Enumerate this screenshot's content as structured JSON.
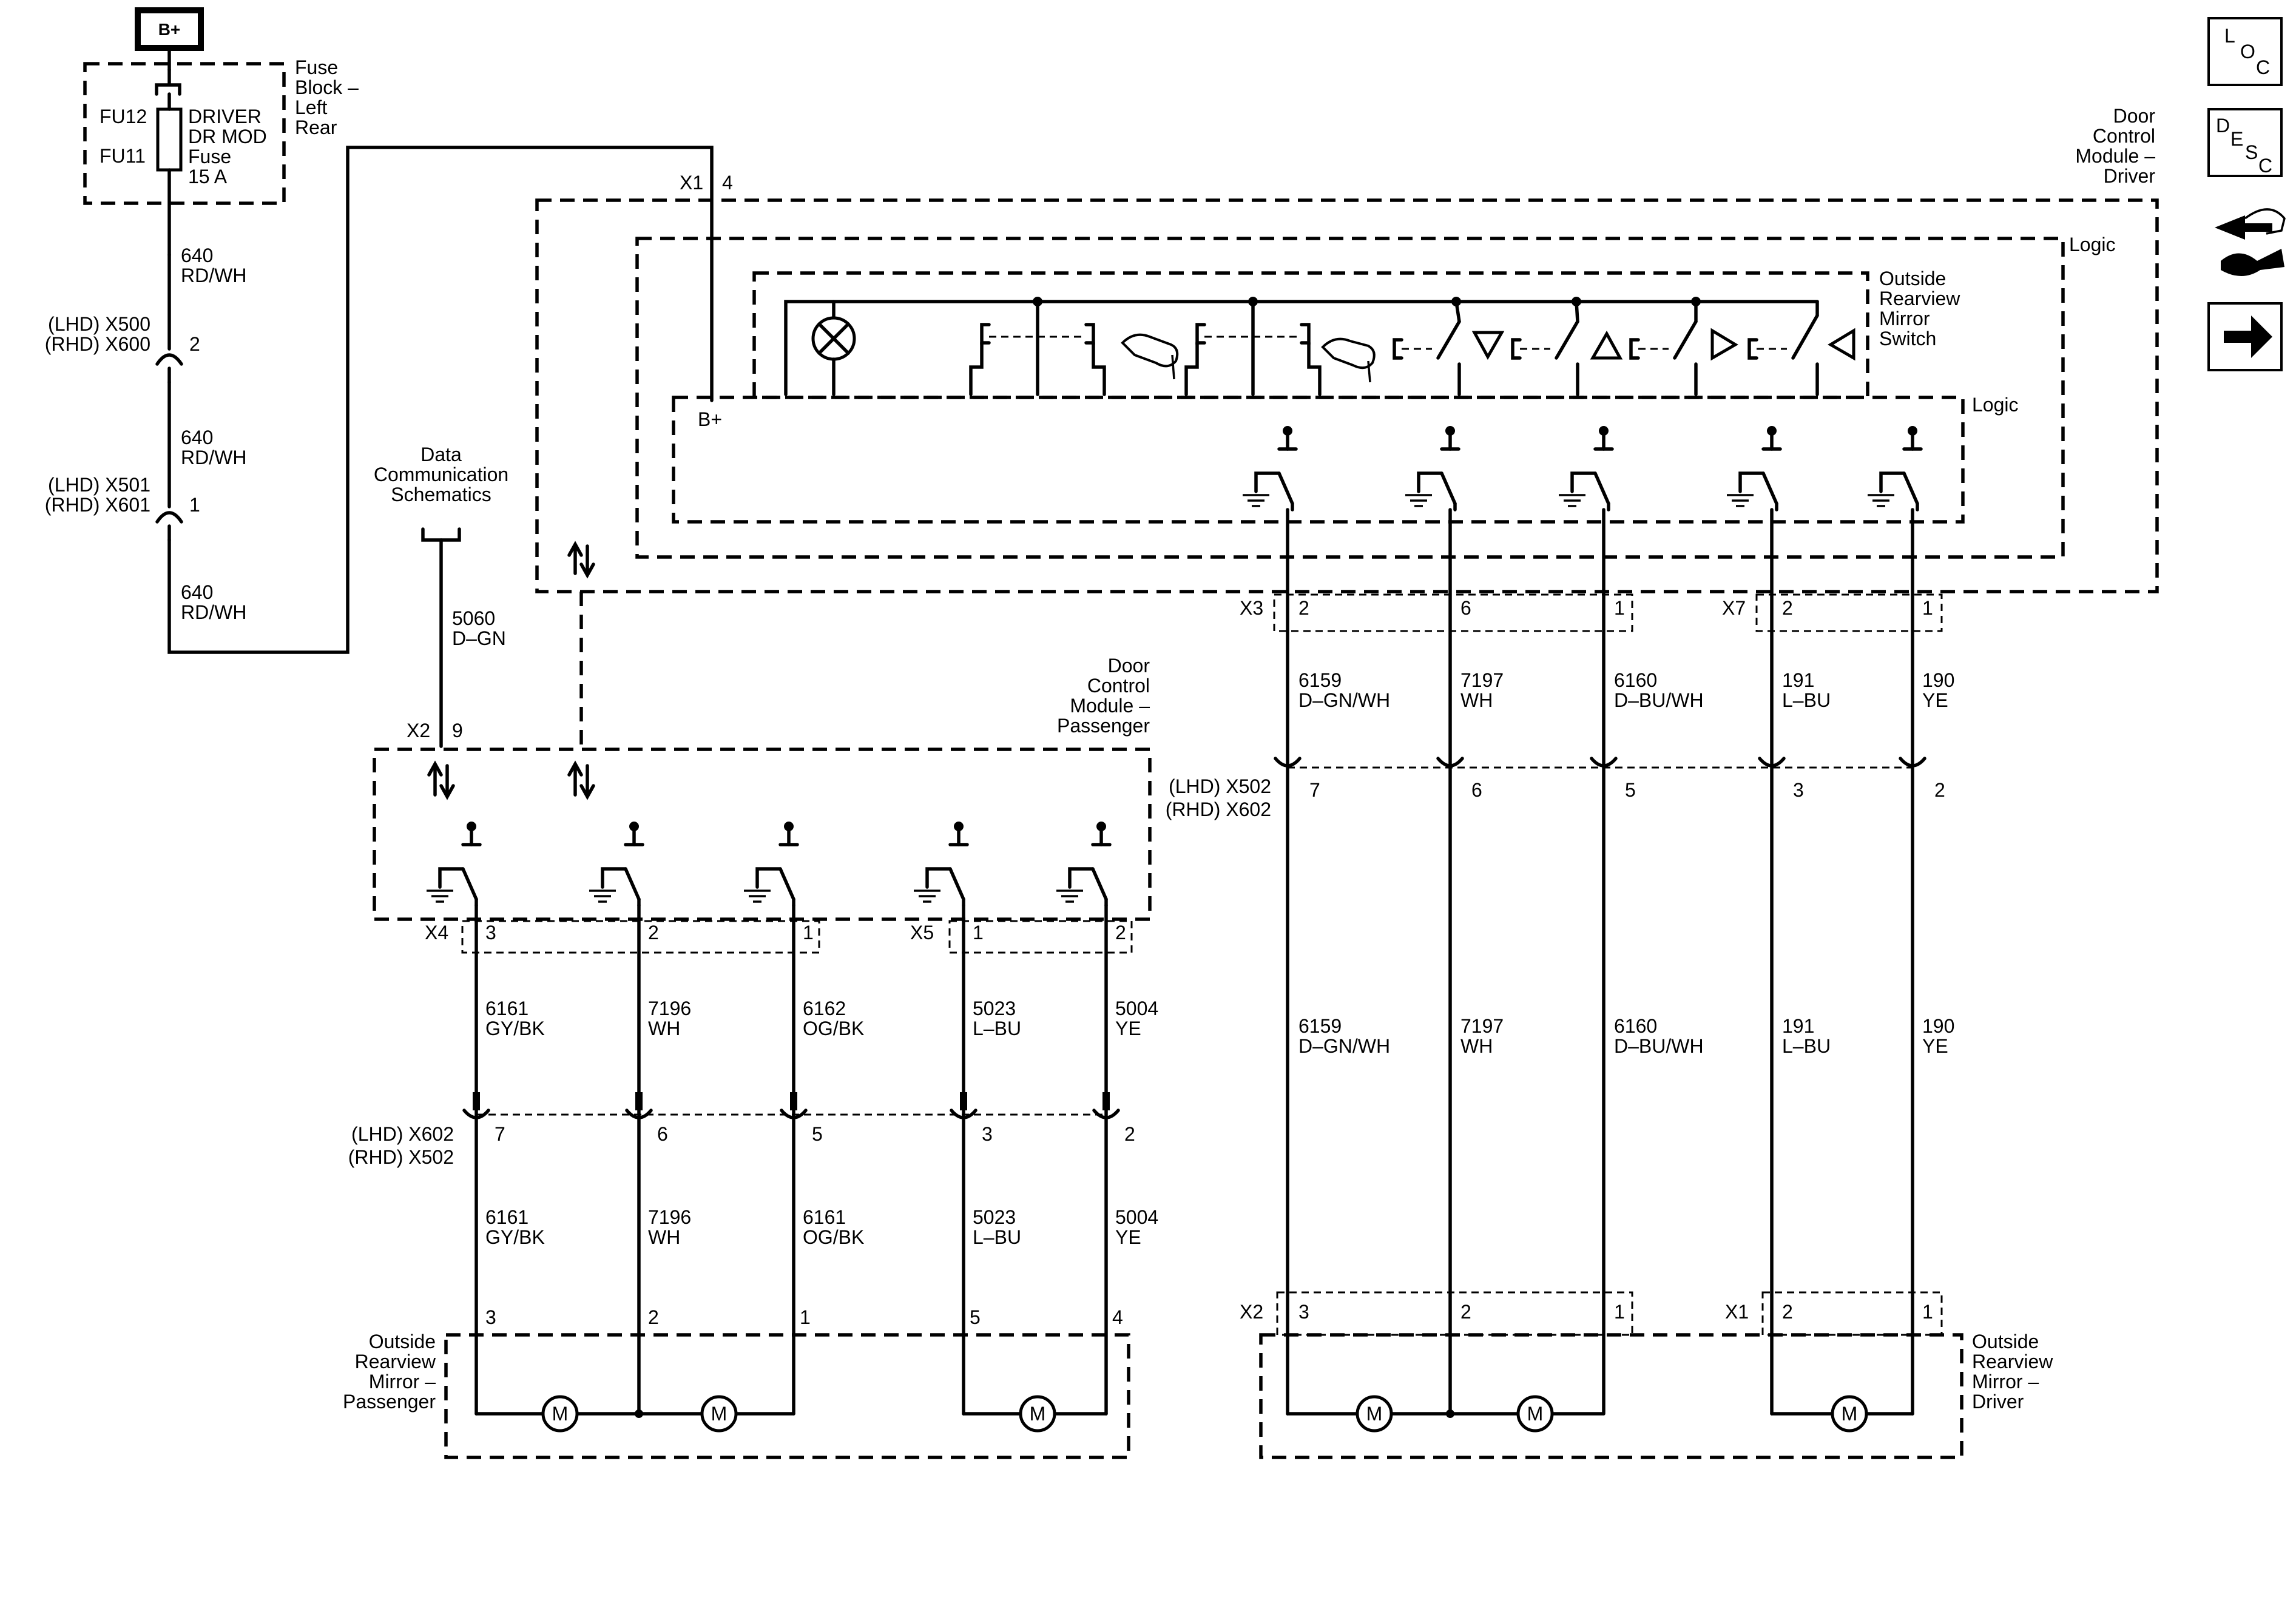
{
  "nav": {
    "loc": {
      "l": "L",
      "o": "O",
      "c": "C"
    },
    "desc": {
      "d": "D",
      "e": "E",
      "s": "S",
      "c": "C"
    }
  },
  "power": {
    "label": "B+"
  },
  "fuse_block": {
    "title": [
      "Fuse",
      "Block –",
      "Left",
      "Rear"
    ],
    "fu12": "FU12",
    "fu11": "FU11",
    "fuse_name": [
      "DRIVER",
      "DR MOD",
      "Fuse",
      "15 A"
    ]
  },
  "feed": {
    "wire1": [
      "640",
      "RD/WH"
    ],
    "conn1": [
      "(LHD) X500",
      "(RHD) X600"
    ],
    "conn1_pin": "2",
    "wire2": [
      "640",
      "RD/WH"
    ],
    "conn2": [
      "(LHD) X501",
      "(RHD) X601"
    ],
    "conn2_pin": "1",
    "wire3": [
      "640",
      "RD/WH"
    ]
  },
  "dcm_driver": {
    "title": [
      "Door",
      "Control",
      "Module –",
      "Driver"
    ],
    "x1": "X1",
    "x1_pin": "4",
    "logic_outer": "Logic",
    "logic_inner": "Logic",
    "switch_title": [
      "Outside",
      "Rearview",
      "Mirror",
      "Switch"
    ],
    "bplus": "B+"
  },
  "data_comm": {
    "title": [
      "Data",
      "Communication",
      "Schematics"
    ],
    "wire": [
      "5060",
      "D–GN"
    ],
    "x2": "X2",
    "x2_pin": "9"
  },
  "driver_circuits": {
    "x3": "X3",
    "x7": "X7",
    "module_pins": [
      "2",
      "6",
      "1",
      "2",
      "1"
    ],
    "wires_upper": [
      [
        "6159",
        "D–GN/WH"
      ],
      [
        "7197",
        "WH"
      ],
      [
        "6160",
        "D–BU/WH"
      ],
      [
        "191",
        "L–BU"
      ],
      [
        "190",
        "YE"
      ]
    ],
    "inline_conn": [
      "(LHD) X502",
      "(RHD) X602"
    ],
    "inline_pins": [
      "7",
      "6",
      "5",
      "3",
      "2"
    ],
    "wires_lower": [
      [
        "6159",
        "D–GN/WH"
      ],
      [
        "7197",
        "WH"
      ],
      [
        "6160",
        "D–BU/WH"
      ],
      [
        "191",
        "L–BU"
      ],
      [
        "190",
        "YE"
      ]
    ],
    "mirror_x2": "X2",
    "mirror_x1": "X1",
    "mirror_pins": [
      "3",
      "2",
      "1",
      "2",
      "1"
    ]
  },
  "dcm_passenger": {
    "title": [
      "Door",
      "Control",
      "Module –",
      "Passenger"
    ]
  },
  "passenger_circuits": {
    "x4": "X4",
    "x5": "X5",
    "module_pins": [
      "3",
      "2",
      "1",
      "1",
      "2"
    ],
    "wires_upper": [
      [
        "6161",
        "GY/BK"
      ],
      [
        "7196",
        "WH"
      ],
      [
        "6162",
        "OG/BK"
      ],
      [
        "5023",
        "L–BU"
      ],
      [
        "5004",
        "YE"
      ]
    ],
    "inline_conn": [
      "(LHD) X602",
      "(RHD) X502"
    ],
    "inline_pins": [
      "7",
      "6",
      "5",
      "3",
      "2"
    ],
    "wires_lower": [
      [
        "6161",
        "GY/BK"
      ],
      [
        "7196",
        "WH"
      ],
      [
        "6161",
        "OG/BK"
      ],
      [
        "5023",
        "L–BU"
      ],
      [
        "5004",
        "YE"
      ]
    ],
    "mirror_pins": [
      "3",
      "2",
      "1",
      "5",
      "4"
    ]
  },
  "mirror_passenger": {
    "title": [
      "Outside",
      "Rearview",
      "Mirror –",
      "Passenger"
    ],
    "motor": "M"
  },
  "mirror_driver": {
    "title": [
      "Outside",
      "Rearview",
      "Mirror –",
      "Driver"
    ],
    "motor": "M"
  }
}
